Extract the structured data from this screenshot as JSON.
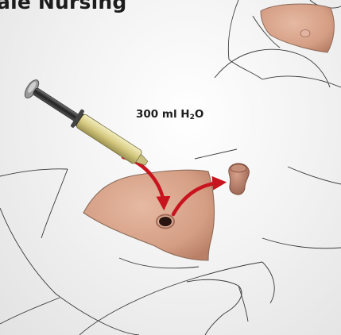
{
  "title": "ale Nursing",
  "instruction": {
    "volume": "300 ml H",
    "subscript": "2",
    "suffix": "O"
  },
  "colors": {
    "skin": "#d9a48a",
    "skin_edge": "#8a6a5a",
    "arrow": "#c8141e",
    "plug": "#b07a66",
    "syringe_fluid": "#d8cf8a",
    "line": "#3a3a3a"
  },
  "icons": [
    "syringe-icon",
    "curved-arrow-icon",
    "stoma-plug-icon"
  ]
}
